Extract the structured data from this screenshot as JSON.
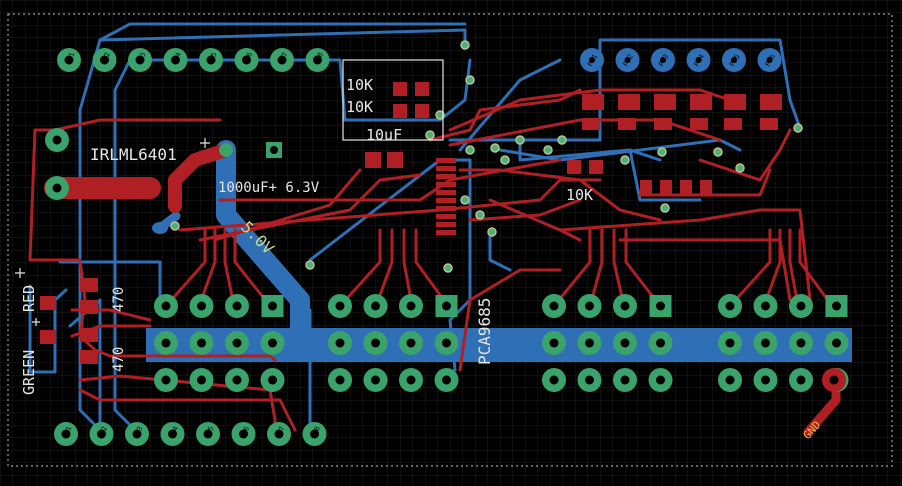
{
  "colors": {
    "background": "#000000",
    "grid": "#1e1e1e",
    "outline": "#9aa0a6",
    "top_copper": "#b01f24",
    "bottom_copper": "#2f6fb5",
    "pad": "#39a36b",
    "via": "#4fae7d",
    "silkscreen": "#e6e6e6"
  },
  "silkscreen": {
    "irlml": "IRLML6401",
    "cap_big": "1000uF+ 6.3V",
    "res_top1": "10K",
    "res_top2": "10K",
    "cap_small": "10uF",
    "res_mid": "10K",
    "led_green": "GREEN",
    "led_red": "RED",
    "res_470a": "470",
    "res_470b": "470",
    "chip": "PCA9685",
    "net_5v": "5.0V",
    "net_gnd": "GND"
  },
  "header_top_pins": [
    "1",
    "2",
    "3",
    "4",
    "5",
    "6",
    "7",
    "8"
  ],
  "header_bottom_pins": [
    "1",
    "2",
    "3",
    "4",
    "5",
    "6",
    "7",
    "8"
  ],
  "ps_pads": [
    "PS1",
    "PS2",
    "PS3",
    "PS4",
    "PS5",
    "PS6"
  ],
  "servo_groups": 4
}
